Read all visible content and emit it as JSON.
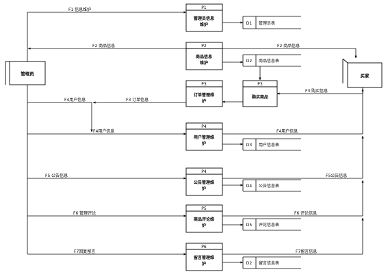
{
  "entities": {
    "admin": "管理员",
    "buyer": "买家"
  },
  "processes": [
    {
      "id": "P1",
      "name": [
        "管理员信息",
        "维护"
      ]
    },
    {
      "id": "P2",
      "name": [
        "商品信息",
        "维护"
      ]
    },
    {
      "id": "P3",
      "name": [
        "订单管理维",
        "护"
      ]
    },
    {
      "id": "P3",
      "name": [
        "购买商品"
      ]
    },
    {
      "id": "P4",
      "name": [
        "用户管理维",
        "护"
      ]
    },
    {
      "id": "P4",
      "name": [
        "公告管理维",
        "护"
      ]
    },
    {
      "id": "P5",
      "name": [
        "商品评论维",
        "护"
      ]
    },
    {
      "id": "P6",
      "name": [
        "留言管理维",
        "护"
      ]
    }
  ],
  "stores": [
    {
      "id": "D1",
      "name": "管理员表"
    },
    {
      "id": "D2",
      "name": "商品信息表"
    },
    {
      "id": "D3",
      "name": "用户信息表"
    },
    {
      "id": "D4",
      "name": "公告信息表"
    },
    {
      "id": "D5",
      "name": "评论信息表"
    },
    {
      "id": "D2",
      "name": "留言信息表"
    }
  ],
  "flows": [
    "F1 信息维护",
    "F2 商品信息",
    "F2 商品信息",
    "F3 购买信息",
    "F4用户信息",
    "F3 订单信息",
    "F4用户信息",
    "F4用户信息",
    "F5 公告信息",
    "F5公告信息",
    "F6 管理评论",
    "F6 评论信息",
    "F7回复留言",
    "F7留言信息"
  ]
}
